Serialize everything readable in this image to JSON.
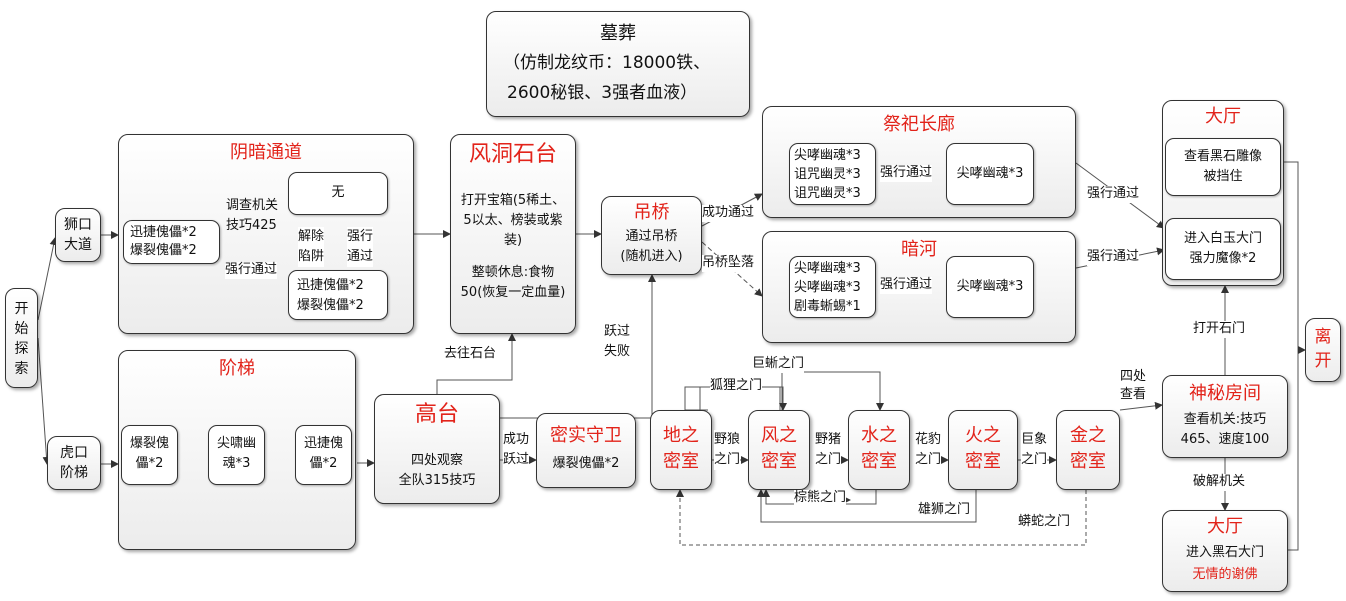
{
  "start": [
    "开",
    "始",
    "探",
    "索"
  ],
  "shikou": [
    "狮口",
    "大道"
  ],
  "hukou": [
    "虎口",
    "阶梯"
  ],
  "tomb": {
    "line1": "墓葬",
    "line2": "（仿制龙纹币：18000铁、",
    "line3": "2600秘银、3强者血液）"
  },
  "dark_passage": {
    "title": "阴暗通道",
    "left": [
      "迅捷傀儡*2",
      "爆裂傀儡*2"
    ],
    "none": "无",
    "investigate": [
      "调查机关",
      "技巧425"
    ],
    "disarm": [
      "解除",
      "陷阱"
    ],
    "force": [
      "强行",
      "通过"
    ],
    "force_label": "强行通过",
    "right": [
      "迅捷傀儡*2",
      "爆裂傀儡*2"
    ]
  },
  "stairs": {
    "title": "阶梯",
    "a": [
      "爆裂傀",
      "儡*2"
    ],
    "b": [
      "尖啸幽",
      "魂*3"
    ],
    "c": [
      "迅捷傀",
      "儡*2"
    ]
  },
  "wind": {
    "title": "风洞石台",
    "lines": [
      "打开宝箱(5稀土、",
      "5以太、榜装或紫",
      "装)",
      "",
      "整顿休息:食物",
      "50(恢复一定血量)"
    ]
  },
  "platform": {
    "title": "高台",
    "lines": [
      "四处观察",
      "全队315技巧"
    ],
    "goto": "去往石台"
  },
  "jump": {
    "fail": [
      "跃过",
      "失败"
    ],
    "success": [
      "成功",
      "跃过"
    ]
  },
  "guard": {
    "title": "密实守卫",
    "line": "爆裂傀儡*2"
  },
  "bridge": {
    "title": "吊桥",
    "lines": [
      "通过吊桥",
      "(随机进入)"
    ],
    "success": "成功通过",
    "fall": "吊桥坠落"
  },
  "corridor": {
    "title": "祭祀长廊",
    "left": [
      "尖哮幽魂*3",
      "诅咒幽灵*3",
      "诅咒幽灵*3"
    ],
    "force": "强行通过",
    "right": "尖哮幽魂*3"
  },
  "river": {
    "title": "暗河",
    "left": [
      "尖哮幽魂*3",
      "尖哮幽魂*3",
      "剧毒蜥蜴*1"
    ],
    "force": "强行通过",
    "right": "尖哮幽魂*3"
  },
  "hall_top": {
    "title": "大厅",
    "a": [
      "查看黑石雕像",
      "被挡住"
    ],
    "b": [
      "进入白玉大门",
      "强力魔像*2"
    ],
    "force1": "强行通过",
    "force2": "强行通过"
  },
  "leave": [
    "离",
    "开"
  ],
  "mystery": {
    "title": "神秘房间",
    "lines": [
      "查看机关:技巧",
      "465、速度100"
    ],
    "look": [
      "四处",
      "查看"
    ],
    "open": "打开石门",
    "crack": "破解机关"
  },
  "hall_bottom": {
    "title": "大厅",
    "line": "进入黑石大门",
    "boss": "无情的谢佛"
  },
  "rooms": {
    "earth": [
      "地之",
      "密室"
    ],
    "wind": [
      "风之",
      "密室"
    ],
    "water": [
      "水之",
      "密室"
    ],
    "fire": [
      "火之",
      "密室"
    ],
    "gold": [
      "金之",
      "密室"
    ]
  },
  "doors": {
    "wolf": [
      "野狼",
      "之门"
    ],
    "boar": [
      "野猪",
      "之门"
    ],
    "leopard": [
      "花豹",
      "之门"
    ],
    "elephant": [
      "巨象",
      "之门"
    ],
    "lizard": "巨蜥之门",
    "fox": "狐狸之门",
    "bear": "棕熊之门",
    "lion": "雄狮之门",
    "python": "蟒蛇之门"
  }
}
